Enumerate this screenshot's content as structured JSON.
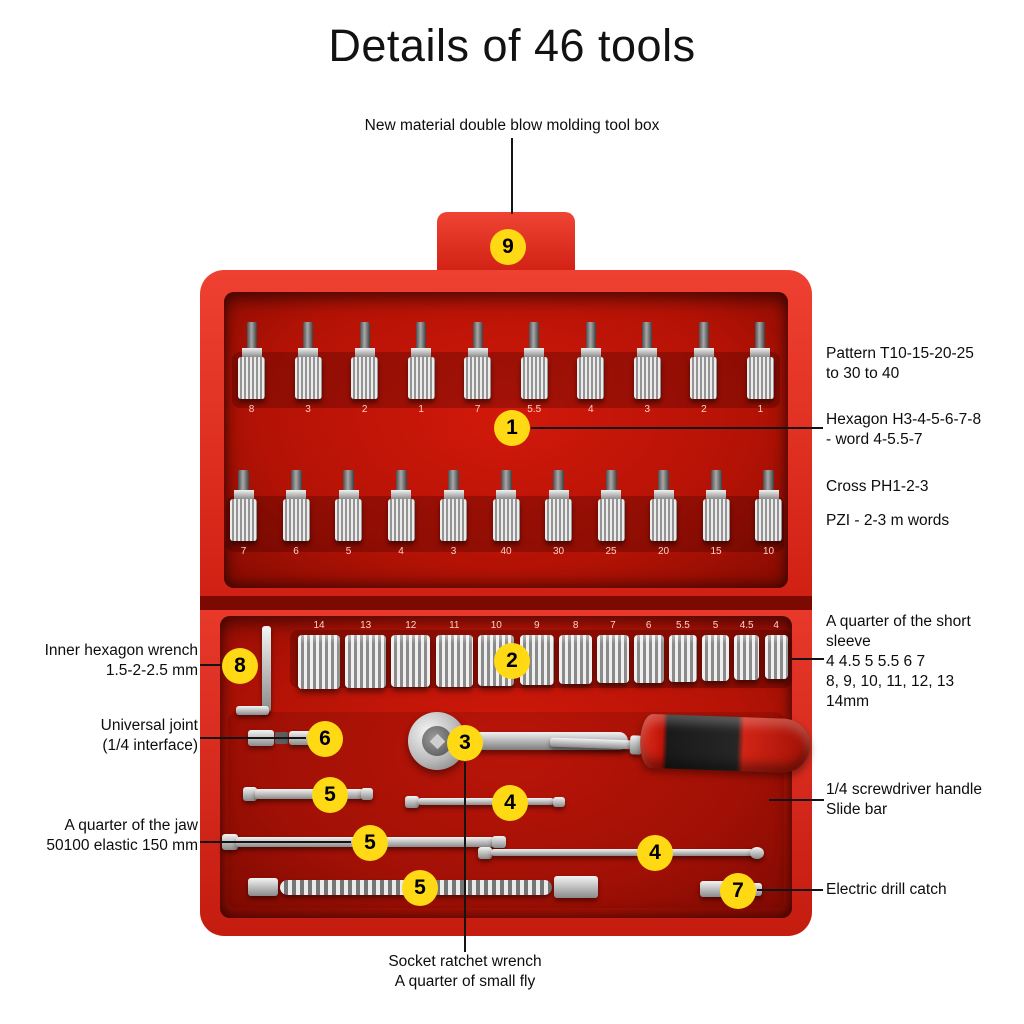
{
  "title": "Details of 46 tools",
  "badges": {
    "toolbox": "9",
    "bits": "1",
    "sockets": "2",
    "ratchet": "3",
    "slide_bar_short": "4",
    "slide_bar_long": "4",
    "extension_short": "5",
    "extension_long": "5",
    "flexible_shaft": "5",
    "universal_joint": "6",
    "drill_catch": "7",
    "hex_wrench": "8"
  },
  "callouts": {
    "toolbox": "New material double blow molding tool box",
    "pattern_line1": "Pattern T10-15-20-25",
    "pattern_line2": "to 30 to 40",
    "hexagon_line1": "Hexagon H3-4-5-6-7-8",
    "hexagon_line2": "- word 4-5.5-7",
    "cross": "Cross PH1-2-3",
    "pzi": "PZI - 2-3 m words",
    "sleeve_line1": "A quarter of the short",
    "sleeve_line2": "sleeve",
    "sleeve_line3": "4 4.5 5 5.5 6 7",
    "sleeve_line4": "8, 9, 10, 11, 12, 13",
    "sleeve_line5": "14mm",
    "hex_wrench_line1": "Inner hexagon wrench",
    "hex_wrench_line2": "1.5-2-2.5 mm",
    "universal_line1": "Universal joint",
    "universal_line2": "(1/4 interface)",
    "jaw_line1": "A quarter of the jaw",
    "jaw_line2": "50100 elastic 150 mm",
    "screwdriver_line1": "1/4 screwdriver handle",
    "screwdriver_line2": "Slide bar",
    "drill_catch": "Electric drill catch",
    "ratchet_line1": "Socket ratchet wrench",
    "ratchet_line2": "A quarter of small fly"
  },
  "lid": {
    "row1_labels": [
      "8",
      "3",
      "2",
      "1",
      "7",
      "5.5",
      "4",
      "3",
      "2",
      "1"
    ],
    "row2_labels": [
      "7",
      "6",
      "5",
      "4",
      "3",
      "40",
      "30",
      "25",
      "20",
      "15",
      "10"
    ]
  },
  "tray": {
    "socket_labels": [
      "14",
      "13",
      "12",
      "11",
      "10",
      "9",
      "8",
      "7",
      "6",
      "5.5",
      "5",
      "4.5",
      "4"
    ]
  },
  "colors": {
    "box_red": "#e0271b",
    "panel_red": "#bd150a",
    "badge_yellow": "#ffd914",
    "metal_light": "#f4f4f4",
    "metal_dark": "#8b8b8b"
  }
}
